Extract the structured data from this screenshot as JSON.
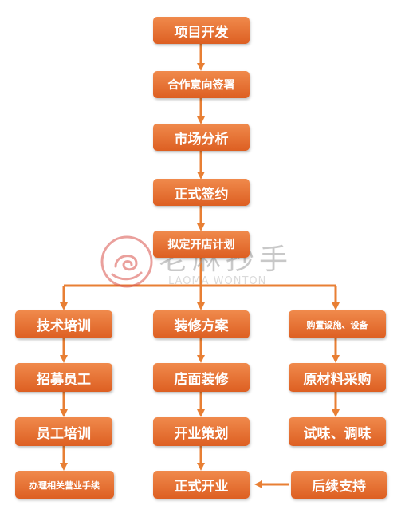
{
  "colors": {
    "box": "#e8743a",
    "arrow": "#e87f34",
    "watermark": "#d9544d"
  },
  "steps": {
    "project_dev": "项目开发",
    "cooperation": "合作意向签署",
    "market": "市场分析",
    "contract": "正式签约",
    "plan_store": "拟定开店计划"
  },
  "left": {
    "tech_training": "技术培训",
    "recruit": "招募员工",
    "staff_training": "员工培训",
    "license": "办理相关营业手续"
  },
  "middle": {
    "decoration_plan": "装修方案",
    "store_decoration": "店面装修",
    "opening_plan": "开业策划",
    "opening": "正式开业"
  },
  "right": {
    "purchase_equipment": "购置设施、设备",
    "raw_materials": "原材料采购",
    "tasting": "试味、调味",
    "support": "后续支持"
  },
  "watermark": {
    "cn": "老麻抄手",
    "en": "LAOMA WONTON"
  }
}
